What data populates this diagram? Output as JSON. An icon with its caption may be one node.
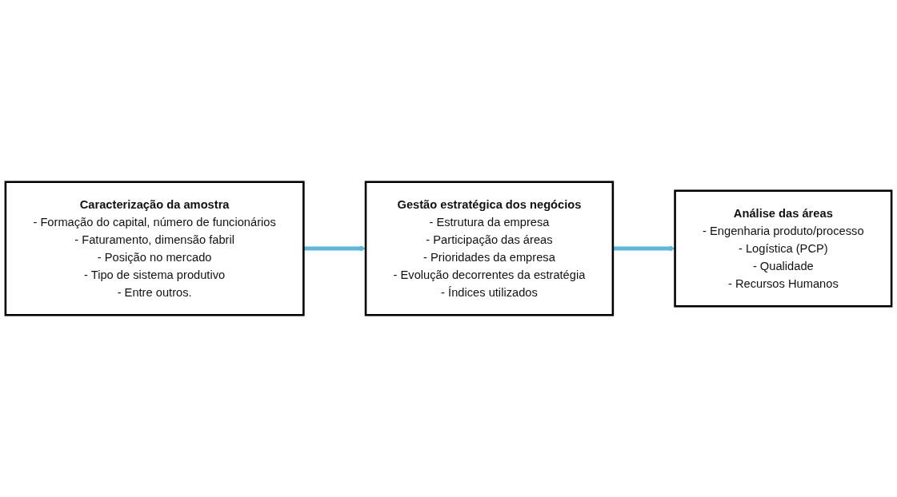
{
  "diagram": {
    "nodes": [
      {
        "text": [
          "Caracterização da amostra",
          "- Formação do capital, número de funcionários",
          "- Faturamento, dimensão fabril",
          "- Posição no mercado",
          "- Tipo de sistema produtivo",
          "- Entre outros."
        ]
      },
      {
        "text": [
          "Gestão estratégica dos negócios",
          "- Estrutura da empresa",
          "- Participação das áreas",
          "- Prioridades da empresa",
          "- Evolução decorrentes da estratégia",
          "- Índices utilizados"
        ]
      },
      {
        "text": [
          "Análise das áreas",
          "- Engenharia produto/processo",
          "- Logística (PCP)",
          "- Qualidade",
          "- Recursos Humanos"
        ]
      }
    ],
    "edges": [
      {
        "from": 0,
        "to": 1,
        "arrow": "to"
      },
      {
        "from": 1,
        "to": 2,
        "arrow": "to"
      }
    ]
  }
}
